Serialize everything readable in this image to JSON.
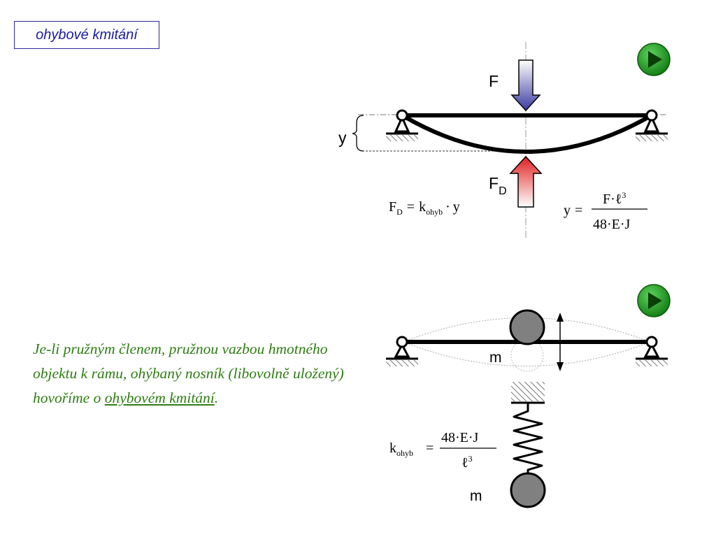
{
  "title": "ohybové kmitání",
  "top_diagram": {
    "force_label": "F",
    "deflection_label": "y",
    "reaction_force_label": "F",
    "reaction_force_subscript": "D",
    "formula_reaction": {
      "lhs": "F",
      "lhs_sub": "D",
      "eq": "=",
      "k": "k",
      "k_sub": "ohyb",
      "dot": "·",
      "var": "y"
    },
    "formula_deflection": {
      "lhs": "y",
      "eq": "=",
      "numerator": "F·ℓ",
      "numerator_exp": "3",
      "denominator": "48·E·J"
    }
  },
  "bottom_diagram": {
    "mass_label_beam": "m",
    "mass_label_spring": "m",
    "formula_stiffness": {
      "lhs": "k",
      "lhs_sub": "ohyb",
      "eq": "=",
      "numerator": "48·E·J",
      "denominator": "ℓ",
      "denominator_exp": "3"
    }
  },
  "description": {
    "text": "Je-li pružným členem, pružnou vazbou hmotného objektu k rámu, ohýbaný nosník (libovolně uložený) hovoříme o ",
    "term": "ohybovém kmitání",
    "end": "."
  },
  "buttons": [
    {
      "name": "play-button-top",
      "icon": "play-icon"
    },
    {
      "name": "play-button-bottom",
      "icon": "play-icon"
    }
  ],
  "colors": {
    "title": "#1a1aa0",
    "description": "#2e7d12",
    "force_arrow": "#3a3aa0",
    "reaction_arrow": "#e02020",
    "play_button": "#1f9a1f",
    "mass": "#808080"
  }
}
